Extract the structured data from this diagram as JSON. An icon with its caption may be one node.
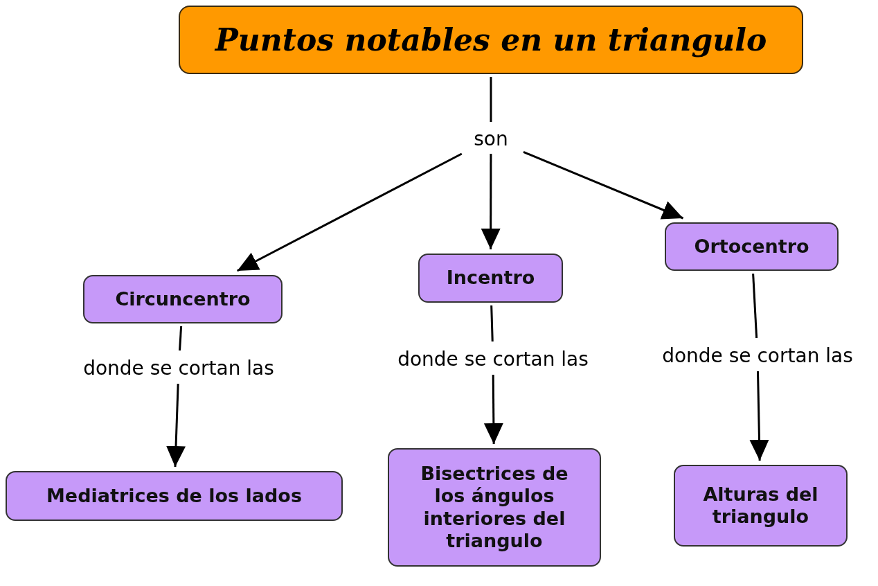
{
  "diagram": {
    "nodes": [
      {
        "text": [
          "Puntos notables en un triangulo"
        ]
      },
      {
        "text": [
          "son"
        ]
      },
      {
        "text": [
          "Circuncentro"
        ]
      },
      {
        "text": [
          "Incentro"
        ]
      },
      {
        "text": [
          "Ortocentro"
        ]
      },
      {
        "text": [
          "donde se cortan las"
        ]
      },
      {
        "text": [
          "donde se cortan las"
        ]
      },
      {
        "text": [
          "donde se cortan las"
        ]
      },
      {
        "text": [
          "Mediatrices de los lados"
        ]
      },
      {
        "text": [
          "Bisectrices de los ángulos interiores del triangulo"
        ]
      },
      {
        "text": [
          "Alturas del triangulo"
        ]
      }
    ],
    "edges": [
      {
        "from": 0,
        "to": 1,
        "arrow": "none"
      },
      {
        "from": 1,
        "to": 2,
        "arrow": "to"
      },
      {
        "from": 1,
        "to": 3,
        "arrow": "to"
      },
      {
        "from": 1,
        "to": 4,
        "arrow": "to"
      },
      {
        "from": 2,
        "to": 5,
        "arrow": "none"
      },
      {
        "from": 5,
        "to": 8,
        "arrow": "to"
      },
      {
        "from": 3,
        "to": 6,
        "arrow": "none"
      },
      {
        "from": 6,
        "to": 9,
        "arrow": "to"
      },
      {
        "from": 4,
        "to": 7,
        "arrow": "none"
      },
      {
        "from": 7,
        "to": 10,
        "arrow": "to"
      }
    ]
  }
}
